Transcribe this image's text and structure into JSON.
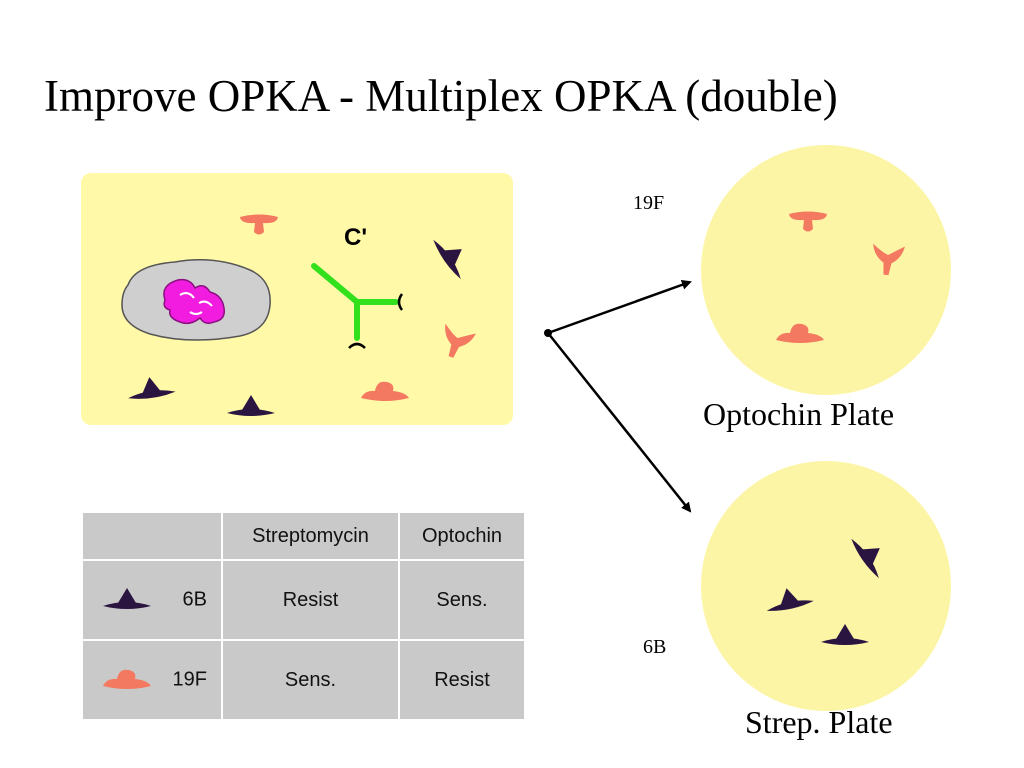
{
  "title": "Improve OPKA - Multiplex OPKA (double)",
  "labels": {
    "strain_19f": "19F",
    "strain_6b": "6B",
    "optochin_plate": "Optochin Plate",
    "strep_plate": "Strep. Plate",
    "complement": "C'"
  },
  "table": {
    "headers": [
      "",
      "Streptomycin",
      "Optochin"
    ],
    "rows": [
      {
        "strain": "6B",
        "streptomycin": "Resist",
        "optochin": "Sens."
      },
      {
        "strain": "19F",
        "streptomycin": "Sens.",
        "optochin": "Resist"
      }
    ]
  },
  "colors": {
    "panel": "#fff9a8",
    "plate": "#fdf5a6",
    "strain_6b": "#2a1540",
    "strain_19f": "#f37a60",
    "antibody": "#33e01c",
    "phagocyte": "#cfcfcf",
    "nucleus": "#f21ce0",
    "table_bg": "#c9c9c9"
  }
}
